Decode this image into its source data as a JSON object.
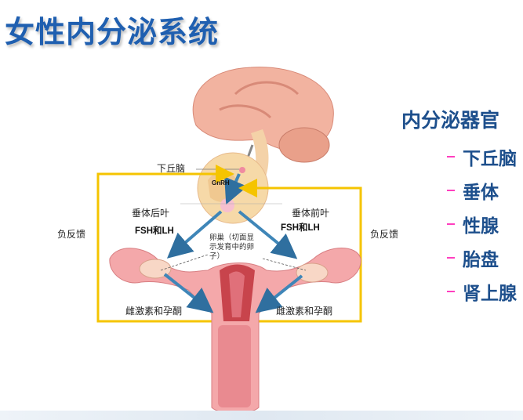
{
  "title": "女性内分泌系统",
  "organs": {
    "heading": "内分泌器官",
    "items": [
      "下丘脑",
      "垂体",
      "性腺",
      "胎盘",
      "肾上腺"
    ]
  },
  "diagram": {
    "hypothalamus": "下丘脑",
    "gnrh": "GnRH",
    "posterior_pituitary": "垂体后叶",
    "anterior_pituitary": "垂体前叶",
    "fsh_lh_left": "FSH和LH",
    "fsh_lh_right": "FSH和LH",
    "ovary_note": "卵巢（切面显示发育中的卵子）",
    "feedback_left": "负反馈",
    "feedback_right": "负反馈",
    "hormones_left": "雌激素和孕酮",
    "hormones_right": "雌激素和孕酮"
  },
  "colors": {
    "title": "#1f5fb0",
    "organs": "#1d4f8c",
    "dash": "#ff3fbf",
    "feedback": "#f5c400",
    "arrow": "#3f86b8"
  }
}
